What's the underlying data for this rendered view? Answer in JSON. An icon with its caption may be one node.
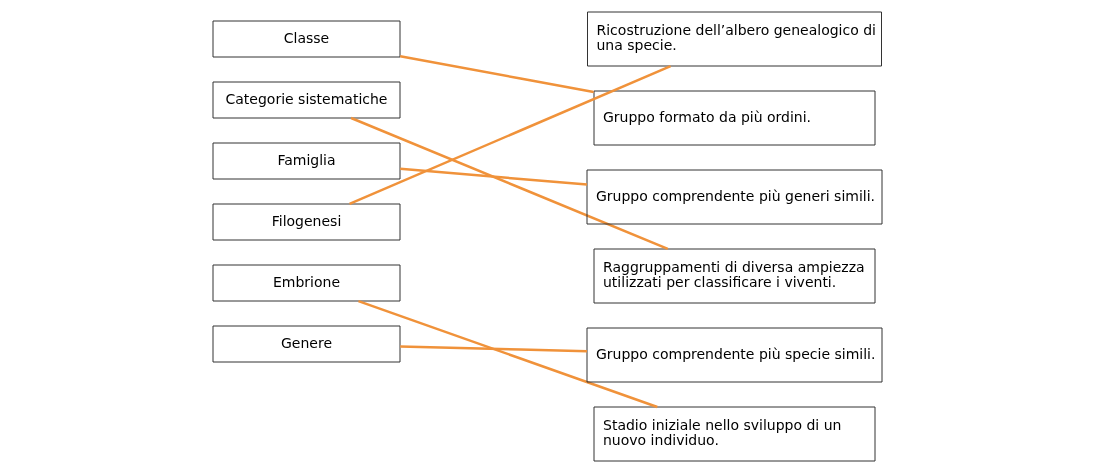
{
  "diagram": {
    "nodes": [
      {
        "text": [
          "Classe"
        ]
      },
      {
        "text": [
          "Categorie sistematiche"
        ]
      },
      {
        "text": [
          "Famiglia"
        ]
      },
      {
        "text": [
          "Filogenesi"
        ]
      },
      {
        "text": [
          "Embrione"
        ]
      },
      {
        "text": [
          "Genere"
        ]
      },
      {
        "text": [
          "Ricostruzione dell’albero genealogico di una specie."
        ]
      },
      {
        "text": [
          "Gruppo formato da più ordini."
        ]
      },
      {
        "text": [
          "Gruppo comprendente più generi simili."
        ]
      },
      {
        "text": [
          "Raggruppamenti di diversa ampiezza utilizzati per classificare i viventi."
        ]
      },
      {
        "text": [
          "Gruppo comprendente più specie simili."
        ]
      },
      {
        "text": [
          "Stadio iniziale nello sviluppo di un nuovo individuo."
        ]
      }
    ],
    "edges": [
      {
        "from": 0,
        "to": 7,
        "arrow": "none"
      },
      {
        "from": 1,
        "to": 9,
        "arrow": "none"
      },
      {
        "from": 2,
        "to": 8,
        "arrow": "none"
      },
      {
        "from": 3,
        "to": 6,
        "arrow": "none"
      },
      {
        "from": 4,
        "to": 11,
        "arrow": "none"
      },
      {
        "from": 5,
        "to": 10,
        "arrow": "none"
      }
    ]
  }
}
